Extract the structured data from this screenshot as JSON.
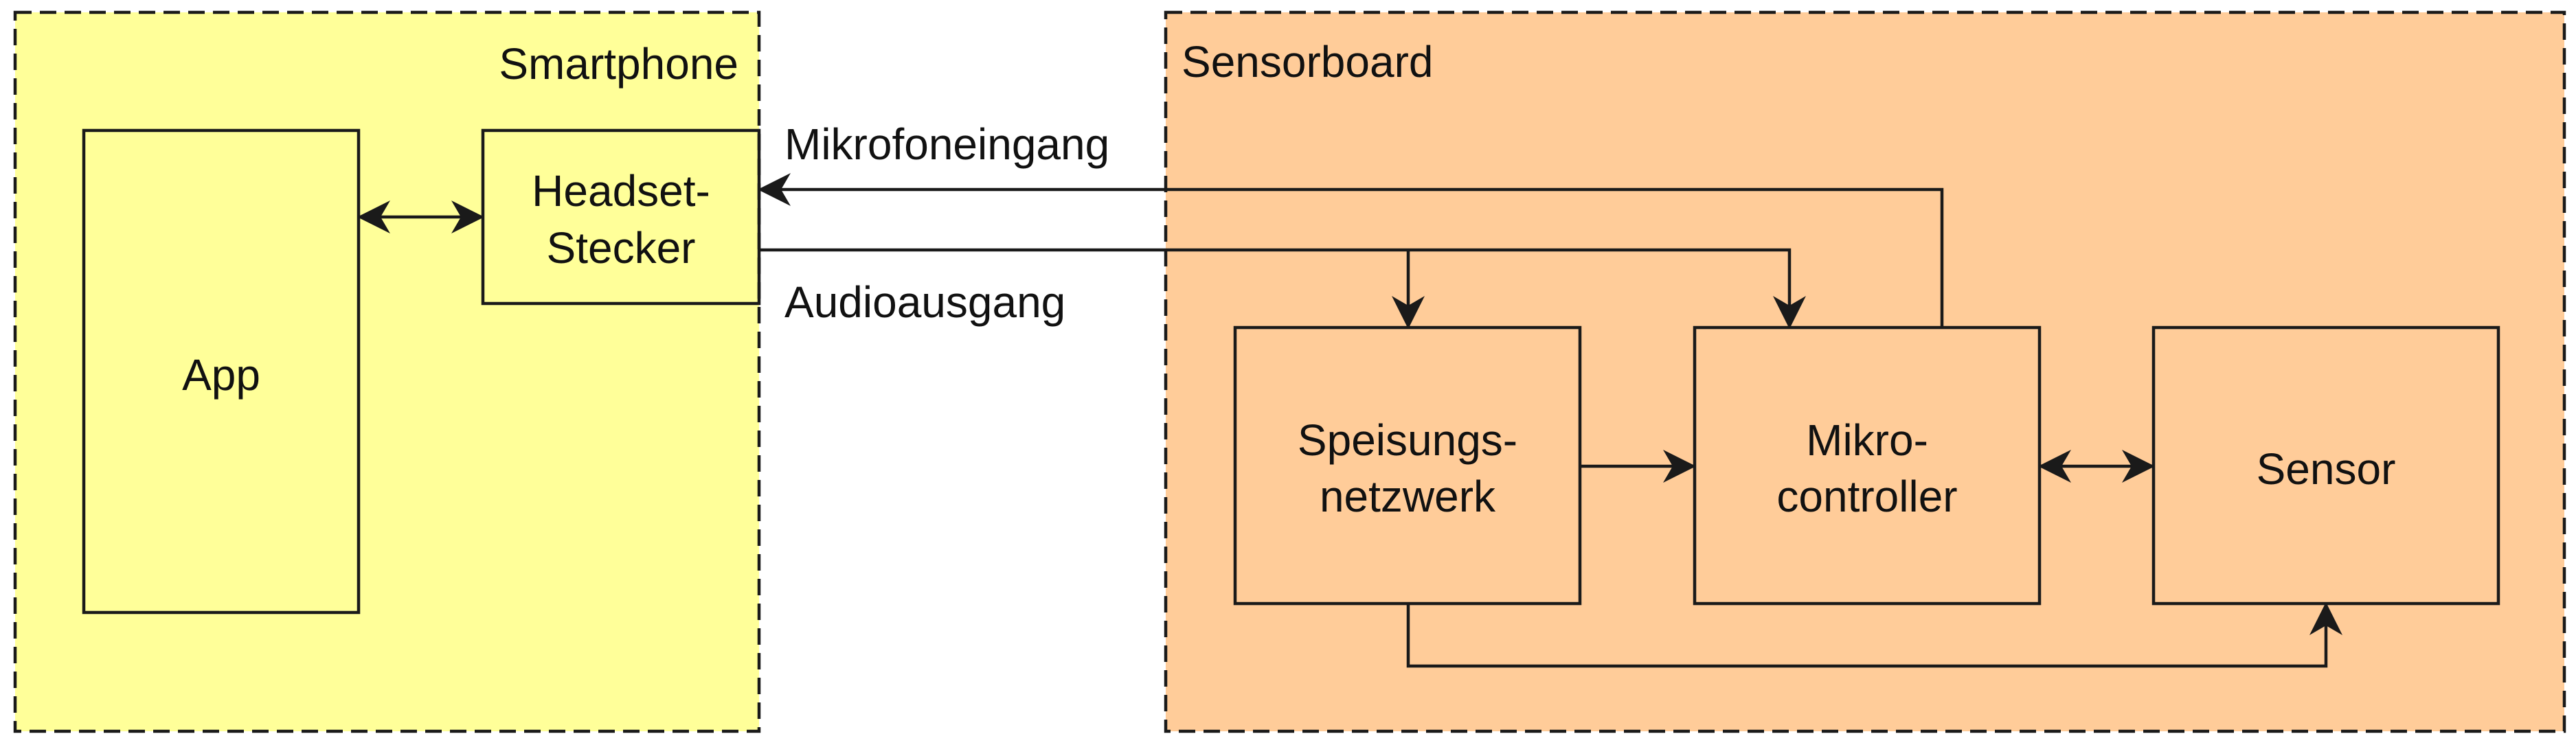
{
  "colors": {
    "smartphone_fill": "#FFFF99",
    "sensorboard_fill": "#FFCC99",
    "line": "#1a1a1a"
  },
  "groups": {
    "smartphone": "Smartphone",
    "sensorboard": "Sensorboard"
  },
  "nodes": {
    "app": "App",
    "headset_line1": "Headset-",
    "headset_line2": "Stecker",
    "speisung_line1": "Speisungs-",
    "speisung_line2": "netzwerk",
    "mikro_line1": "Mikro-",
    "mikro_line2": "controller",
    "sensor": "Sensor"
  },
  "edges": {
    "mikrofon": "Mikrofoneingang",
    "audio": "Audioausgang"
  }
}
